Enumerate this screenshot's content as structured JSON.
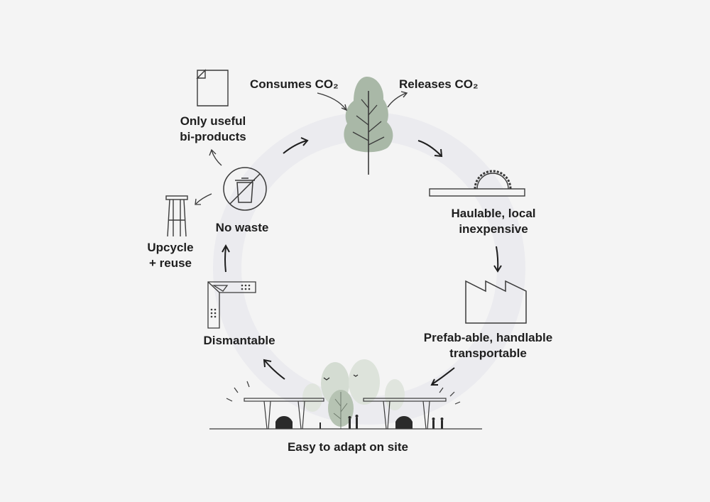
{
  "diagram": {
    "type": "cycle",
    "colors": {
      "background": "#f4f4f4",
      "ring": "#ebebef",
      "ink": "#3a3a3a",
      "foliage": "#a9b8a7",
      "foliage_light": "#d4dcd2"
    },
    "nodes": [
      {
        "id": "tree",
        "icon": "tree-icon",
        "labels": {
          "consumes": "Consumes CO₂",
          "releases": "Releases CO₂"
        }
      },
      {
        "id": "haulable",
        "icon": "saw-blade-icon",
        "lines": [
          "Haulable, local",
          "inexpensive"
        ]
      },
      {
        "id": "prefab",
        "icon": "factory-icon",
        "lines": [
          "Prefab-able, handlable",
          "transportable"
        ]
      },
      {
        "id": "adapt",
        "icon": "canopy-structure-icon",
        "lines": [
          "Easy to adapt on site"
        ]
      },
      {
        "id": "dismantle",
        "icon": "beam-joint-icon",
        "lines": [
          "Dismantable"
        ]
      },
      {
        "id": "no_waste",
        "icon": "no-trash-icon",
        "lines": [
          "No waste"
        ]
      },
      {
        "id": "upcycle",
        "icon": "stool-icon",
        "lines": [
          "Upcycle",
          "+ reuse"
        ]
      },
      {
        "id": "byproducts",
        "icon": "document-icon",
        "lines": [
          "Only useful",
          "bi-products"
        ]
      }
    ]
  }
}
